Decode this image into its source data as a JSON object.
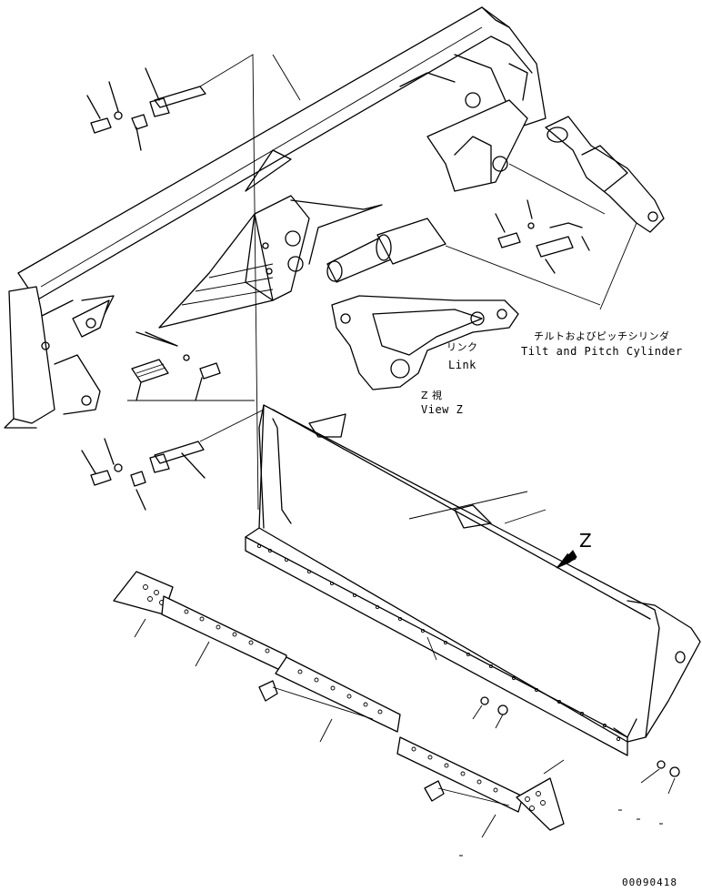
{
  "labels": {
    "tilt_pitch_jp": "チルトおよびピッチシリンダ",
    "tilt_pitch_en": "Tilt and Pitch Cylinder",
    "link_jp": "リンク",
    "link_en": "Link",
    "view_jp": "Z  視",
    "view_en": "View Z",
    "view_arrow": "Z",
    "drawing_number": "00090418"
  }
}
